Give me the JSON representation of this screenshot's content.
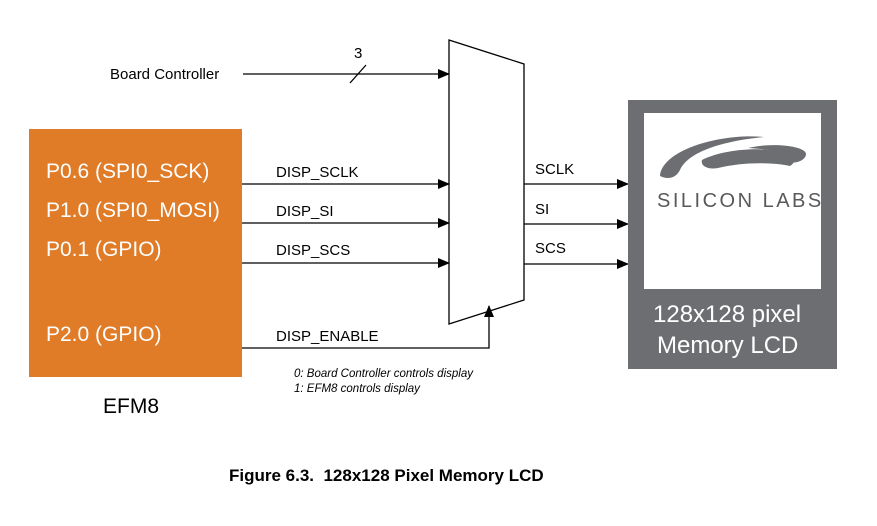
{
  "board_controller": {
    "label": "Board Controller",
    "bus_width": "3"
  },
  "efm8": {
    "name": "EFM8",
    "color": "#e07b27",
    "pins": [
      "P0.6 (SPI0_SCK)",
      "P1.0 (SPI0_MOSI)",
      "P0.1 (GPIO)",
      "P2.0 (GPIO)"
    ]
  },
  "signals_in": [
    "DISP_SCLK",
    "DISP_SI",
    "DISP_SCS",
    "DISP_ENABLE"
  ],
  "signals_out": [
    "SCLK",
    "SI",
    "SCS"
  ],
  "notes": [
    "0: Board Controller controls display",
    "1: EFM8 controls display"
  ],
  "lcd": {
    "color": "#6d6e71",
    "logo_text": "SILICON LABS",
    "line1": "128x128 pixel",
    "line2": "Memory LCD"
  },
  "caption": "Figure 6.3.  128x128 Pixel Memory LCD"
}
